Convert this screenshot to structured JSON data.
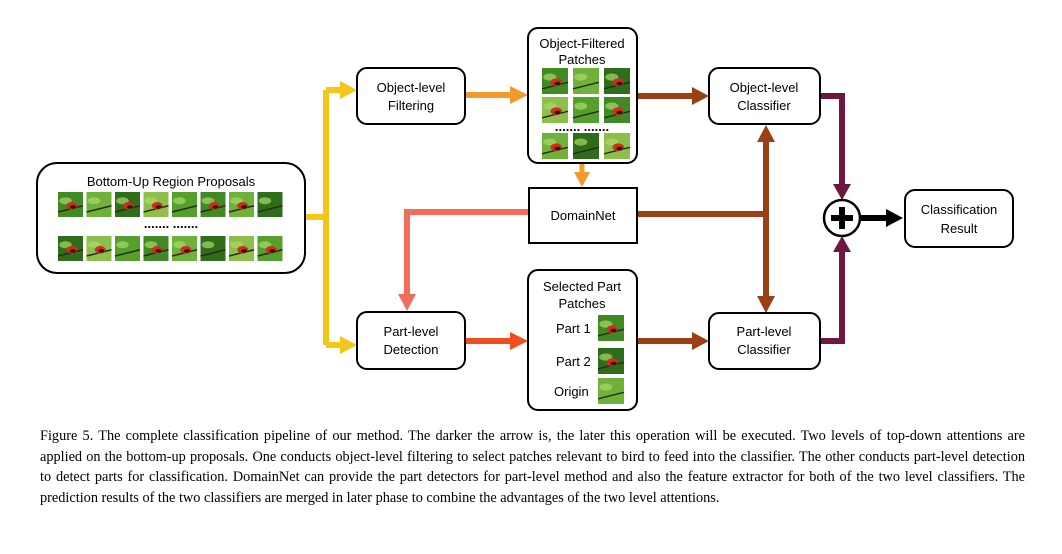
{
  "nodes": {
    "bottom_up": {
      "label": "Bottom-Up Region Proposals",
      "dots": "....... ......."
    },
    "object_filtering": {
      "line1": "Object-level",
      "line2": "Filtering"
    },
    "object_patches": {
      "line1": "Object-Filtered",
      "line2": "Patches",
      "dots": "....... ......."
    },
    "object_classifier": {
      "line1": "Object-level",
      "line2": "Classifier"
    },
    "domainnet": {
      "label": "DomainNet"
    },
    "part_detection": {
      "line1": "Part-level",
      "line2": "Detection"
    },
    "part_patches": {
      "line1": "Selected Part",
      "line2": "Patches",
      "part1": "Part 1",
      "part2": "Part 2",
      "origin": "Origin"
    },
    "part_classifier": {
      "line1": "Part-level",
      "line2": "Classifier"
    },
    "combine": {
      "symbol": "+"
    },
    "result": {
      "line1": "Classification",
      "line2": "Result"
    }
  },
  "colors": {
    "yellow": "#F5C518",
    "orange": "#F39A2A",
    "salmon": "#F26D5B",
    "red_orange": "#F04E1E",
    "brown": "#9B3F14",
    "maroon": "#6E1841",
    "black": "#000000",
    "patch_green": "#4E9A2A",
    "bird_red": "#D62A1A"
  },
  "caption": "Figure 5. The complete classification pipeline of our method. The darker the arrow is, the later this operation will be executed. Two levels of top-down attentions are applied on the bottom-up proposals. One conducts object-level filtering to select patches relevant to bird to feed into the classifier. The other conducts part-level detection to detect parts for classification. DomainNet can provide the part detectors for part-level method and also the feature extractor for both of the two level classifiers. The prediction results of the two classifiers are merged in later phase to combine the advantages of the two level attentions."
}
